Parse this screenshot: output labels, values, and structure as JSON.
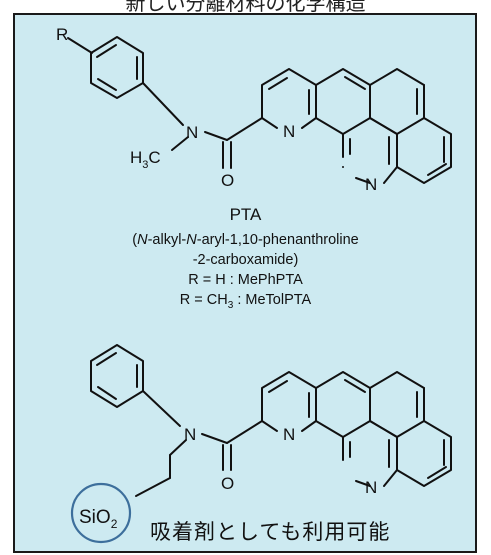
{
  "header": {
    "title": "新しい分離材料の化学構造"
  },
  "structure1": {
    "r_label": "R",
    "n_amide": "N",
    "methyl_h": "H",
    "methyl_sub": "3",
    "methyl_c": "C",
    "oxygen": "O",
    "n_ring1": "N",
    "n_ring2": "N"
  },
  "caption": {
    "name": "PTA",
    "full_open": "(",
    "full_n1": "N",
    "full_mid": "-alkyl-",
    "full_n2": "N",
    "full_rest": "-aryl-1,10-phenanthroline",
    "full_line2": "-2-carboxamide)",
    "r1": "R = H : MePhPTA",
    "r2_pre": "R = CH",
    "r2_sub": "3",
    "r2_post": " : MeTolPTA"
  },
  "structure2": {
    "n_amide": "N",
    "oxygen": "O",
    "n_ring1": "N",
    "n_ring2": "N",
    "support_si": "SiO",
    "support_sub": "2"
  },
  "footer": {
    "usage_note": "吸着剤としても利用可能"
  },
  "colors": {
    "panel_background": "#cdeaf1",
    "silica_circle": "#3d6f9c"
  }
}
